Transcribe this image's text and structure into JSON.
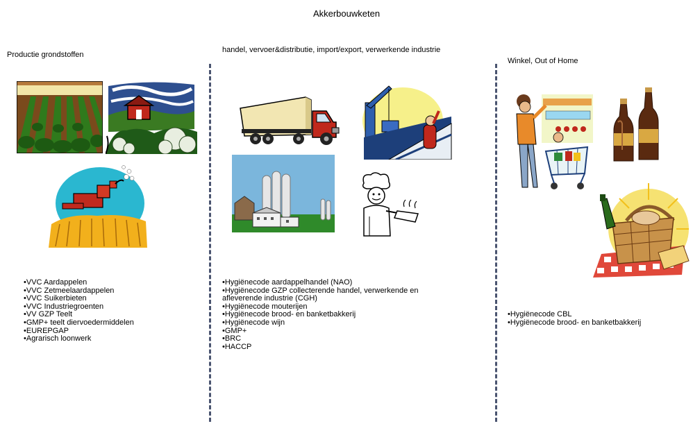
{
  "title": "Akkerbouwketen",
  "columns": [
    {
      "heading": "Productie grondstoffen",
      "items": [
        "•VVC Aardappelen",
        "•VVC Zetmeelaardappelen",
        "•VVC Suikerbieten",
        "•VVC Industriegroenten",
        "•VV GZP Teelt",
        "•GMP+ teelt diervoedermiddelen",
        "•EUREPGAP",
        "•Agrarisch loonwerk"
      ]
    },
    {
      "heading": "handel, vervoer&distributie, import/export, verwerkende industrie",
      "items": [
        "•Hygiënecode aardappelhandel (NAO)",
        "•Hygiënecode GZP collecterende handel, verwerkende en",
        "afleverende industrie (CGH)",
        "•Hygiënecode mouterijen",
        "•Hygiënecode brood- en banketbakkerij",
        "•Hygiënecode wijn",
        "•GMP+",
        "•BRC",
        "•HACCP"
      ]
    },
    {
      "heading": "Winkel, Out of Home",
      "items": [
        "•Hygiënecode CBL",
        "•Hygiënecode brood- en banketbakkerij"
      ]
    }
  ],
  "clipart": {
    "crop_field": "crop-field-icon",
    "farmhouse": "farmhouse-icon",
    "harvester": "harvester-icon",
    "truck": "truck-icon",
    "ship": "cargo-ship-icon",
    "factory": "factory-silos-icon",
    "baker": "baker-icon",
    "shopper": "shopper-cart-icon",
    "bottles": "beer-bottles-icon",
    "basket": "picnic-basket-icon"
  }
}
